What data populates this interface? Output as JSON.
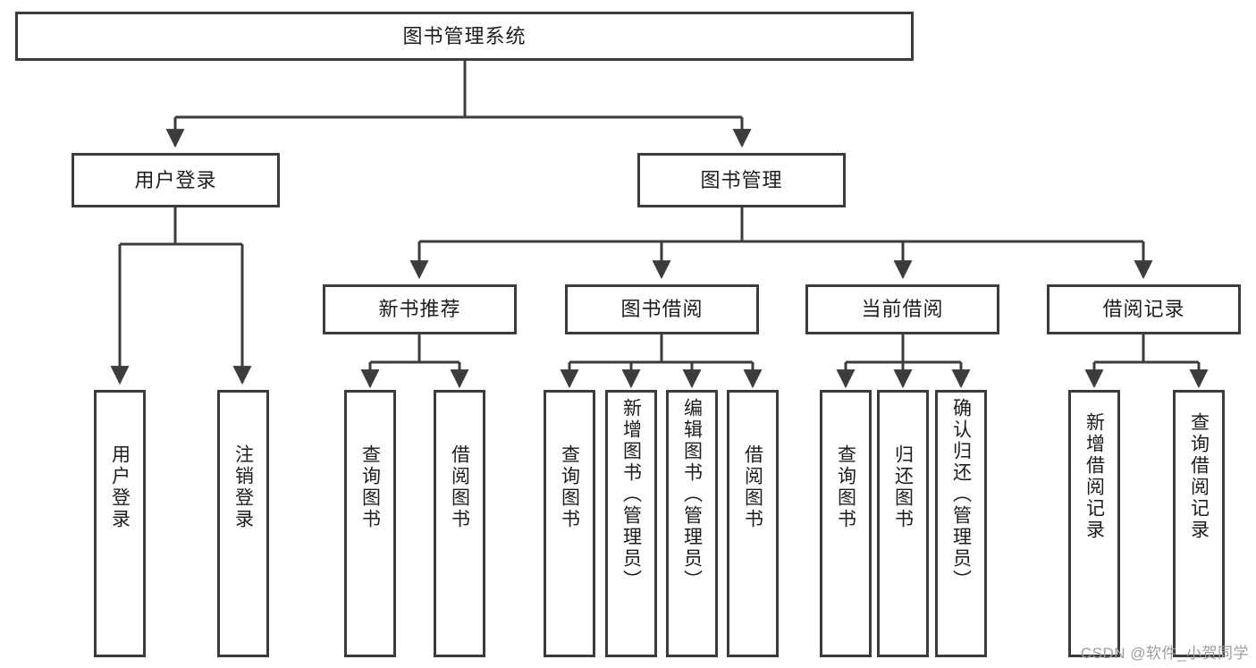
{
  "diagram": {
    "type": "hierarchy-tree",
    "title": "图书管理系统",
    "levels": 4,
    "root": {
      "label": "图书管理系统"
    },
    "level1": [
      {
        "label": "用户登录"
      },
      {
        "label": "图书管理"
      }
    ],
    "level2": [
      {
        "label": "新书推荐"
      },
      {
        "label": "图书借阅"
      },
      {
        "label": "当前借阅"
      },
      {
        "label": "借阅记录"
      }
    ],
    "leaves": {
      "user_login": [
        {
          "label": "用户登录"
        },
        {
          "label": "注销登录"
        }
      ],
      "new_book_recommend": [
        {
          "label": "查询图书"
        },
        {
          "label": "借阅图书"
        }
      ],
      "book_borrow": [
        {
          "label": "查询图书"
        },
        {
          "label": "新增图书（管理员）"
        },
        {
          "label": "编辑图书（管理员）"
        },
        {
          "label": "借阅图书"
        }
      ],
      "current_borrow": [
        {
          "label": "查询图书"
        },
        {
          "label": "归还图书"
        },
        {
          "label": "确认归还（管理员）"
        }
      ],
      "borrow_record": [
        {
          "label": "新增借阅记录"
        },
        {
          "label": "查询借阅记录"
        }
      ]
    }
  },
  "watermark": {
    "text": "CSDN @软件_小贺同学"
  },
  "colors": {
    "border": "#3c3c3c",
    "background": "#ffffff",
    "text": "#1d1d1d",
    "watermark": "#9d9d9d"
  }
}
